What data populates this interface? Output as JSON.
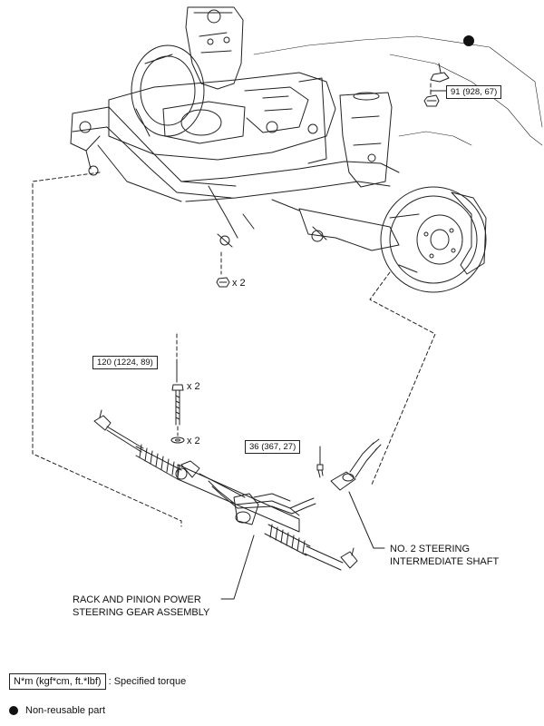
{
  "torques": {
    "t91": "91 (928, 67)",
    "t120": "120 (1224, 89)",
    "t36": "36 (367, 27)"
  },
  "quantities": {
    "nut_qty": "x 2",
    "bolt_qty": "x 2",
    "washer_qty": "x 2"
  },
  "labels": {
    "shaft_line1": "NO. 2 STEERING",
    "shaft_line2": "INTERMEDIATE SHAFT",
    "rack_line1": "RACK AND PINION POWER",
    "rack_line2": "STEERING GEAR ASSEMBLY"
  },
  "legend": {
    "torque_unit": "N*m (kgf*cm, ft.*lbf)",
    "torque_desc": ": Specified torque",
    "nonreusable": "Non-reusable part"
  },
  "colors": {
    "line": "#222222",
    "dot": "#111111"
  }
}
